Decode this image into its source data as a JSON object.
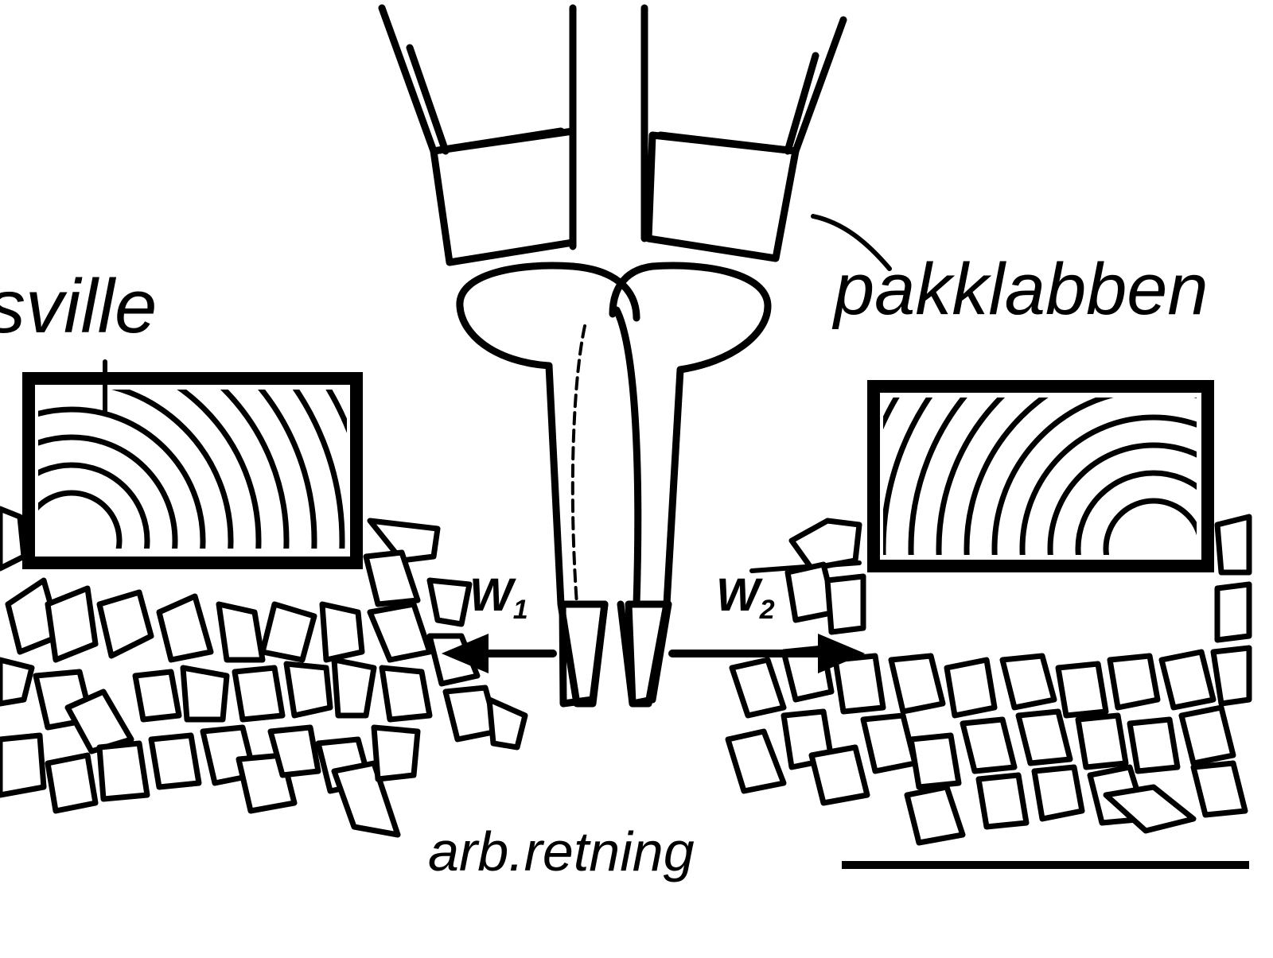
{
  "labels": {
    "sleeper": "sville",
    "tamping_tine": "pakklabben",
    "direction": "arb.retning",
    "force_left": "W",
    "force_left_sub": "1",
    "force_right": "W",
    "force_right_sub": "2"
  },
  "colors": {
    "ink": "#000000",
    "paper": "#ffffff"
  }
}
